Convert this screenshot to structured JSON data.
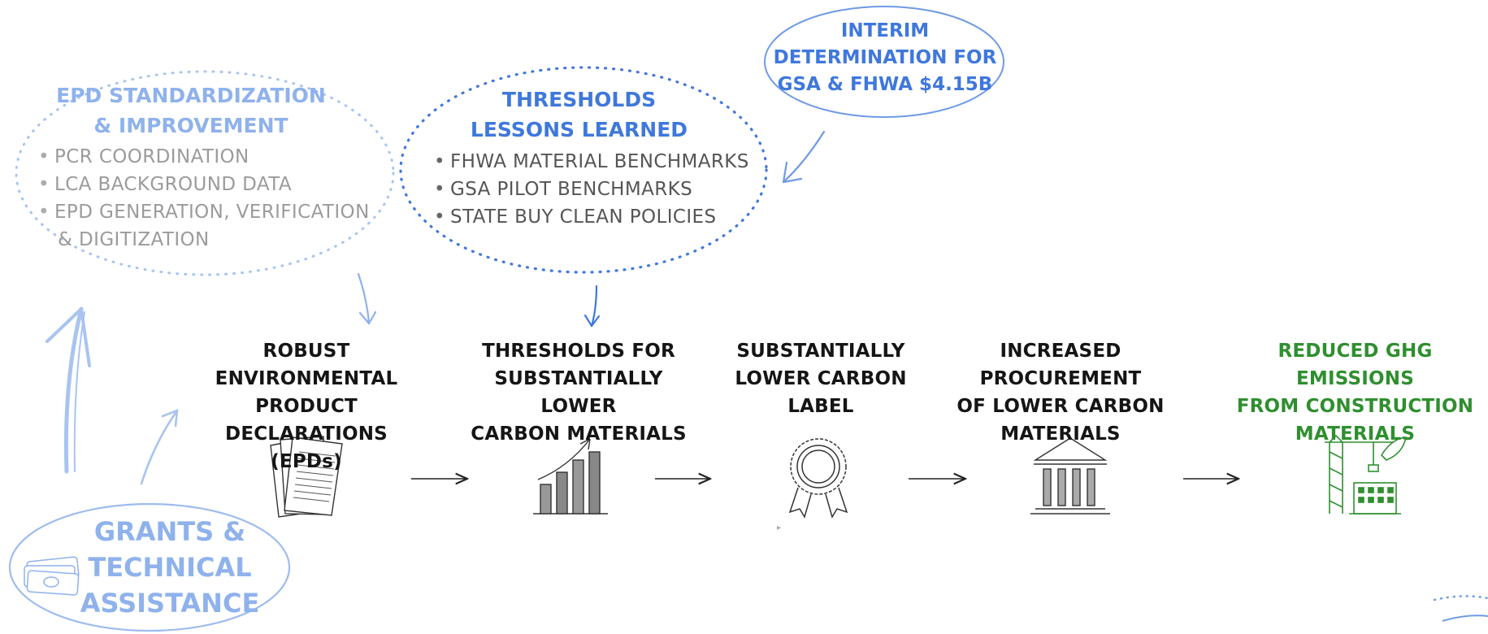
{
  "interim": {
    "lines": [
      "INTERIM",
      "DETERMINATION FOR",
      "GSA & FHWA $4.15B"
    ]
  },
  "epd_bubble": {
    "title_lines": [
      "EPD STANDARDIZATION",
      "& IMPROVEMENT"
    ],
    "bullets": [
      "PCR COORDINATION",
      "LCA BACKGROUND DATA",
      "EPD GENERATION, VERIFICATION",
      "& DIGITIZATION"
    ]
  },
  "thresholds_bubble": {
    "title_lines": [
      "THRESHOLDS",
      "LESSONS LEARNED"
    ],
    "bullets": [
      "FHWA MATERIAL BENCHMARKS",
      "GSA PILOT BENCHMARKS",
      "STATE BUY CLEAN POLICIES"
    ]
  },
  "steps": [
    {
      "lines": [
        "ROBUST ENVIRONMENTAL",
        "PRODUCT DECLARATIONS",
        "(EPDs)"
      ],
      "icon": "documents-icon"
    },
    {
      "lines": [
        "THRESHOLDS FOR",
        "SUBSTANTIALLY LOWER",
        "CARBON MATERIALS"
      ],
      "icon": "bar-chart-icon"
    },
    {
      "lines": [
        "SUBSTANTIALLY",
        "LOWER CARBON",
        "LABEL"
      ],
      "icon": "award-ribbon-icon"
    },
    {
      "lines": [
        "INCREASED PROCUREMENT",
        "OF LOWER CARBON",
        "MATERIALS"
      ],
      "icon": "government-building-icon"
    },
    {
      "lines": [
        "REDUCED GHG EMISSIONS",
        "FROM CONSTRUCTION",
        "MATERIALS"
      ],
      "icon": "green-construction-icon"
    }
  ],
  "grants": {
    "lines": [
      "GRANTS &",
      "TECHNICAL",
      "ASSISTANCE"
    ],
    "icon": "money-stack-icon"
  },
  "colors": {
    "blue": "#3f78dc",
    "light_blue": "#8fb2ec",
    "green": "#2f8f2f",
    "dark": "#151515",
    "grey": "#9b9b9b"
  }
}
